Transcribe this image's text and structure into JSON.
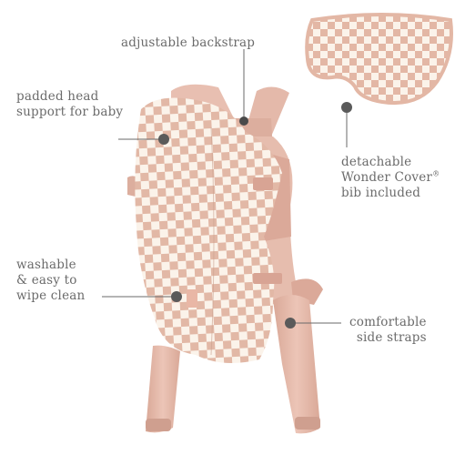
{
  "callouts": {
    "backstrap": {
      "line1": "adjustable backstrap"
    },
    "head_support": {
      "line1": "padded head",
      "line2": "support for baby"
    },
    "bib": {
      "line1": "detachable",
      "line2_main": "Wonder Cover",
      "line2_mark": "®",
      "line3": "bib included"
    },
    "washable": {
      "line1": "washable",
      "line2": "& easy to",
      "line3": "wipe clean"
    },
    "side_straps": {
      "line1": "comfortable",
      "line2": "side straps"
    }
  },
  "colors": {
    "check_pink": "#e2b8a6",
    "check_cream": "#fbf3ea",
    "strap_pink": "#e7bcae",
    "strap_shadow": "#cf9f8f",
    "dot": "#5a5a5a",
    "leader": "#6a6a6a",
    "text": "#6b6b6b"
  },
  "icons": {
    "callout_marker": "filled-dot"
  }
}
